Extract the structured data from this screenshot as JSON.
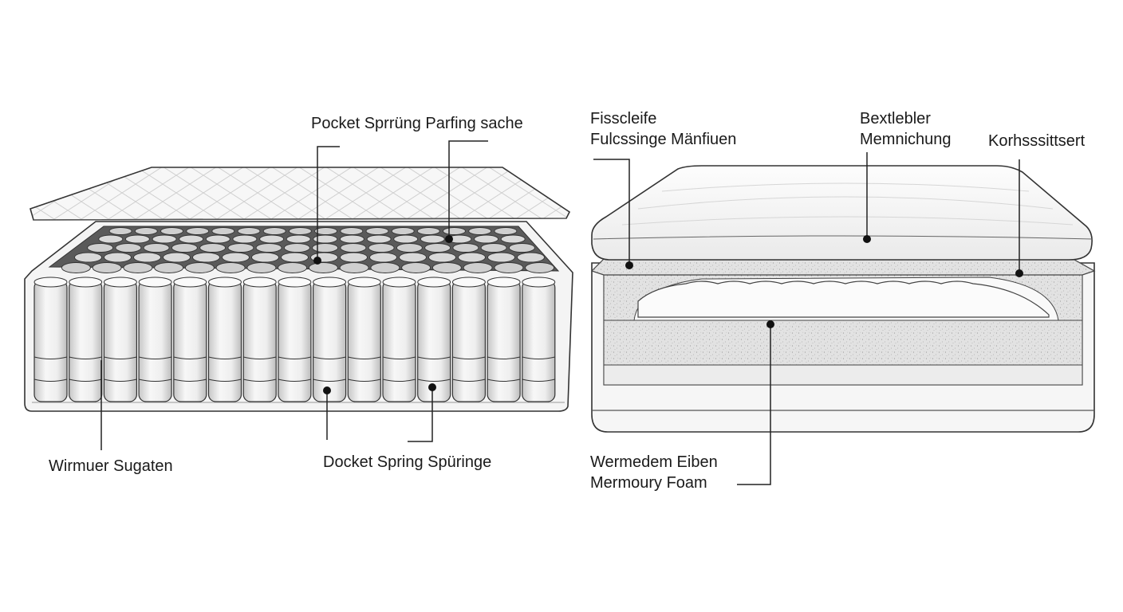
{
  "left_diagram": {
    "labels": {
      "top": "Pocket Sprrüng Parfing sache",
      "bottom_left": "Wirmuer Sugaten",
      "bottom_right": "Docket Spring Spüringe"
    }
  },
  "right_diagram": {
    "labels": {
      "top_left_line1": "Fisscleife",
      "top_left_line2": "Fulcssinge Mänfiuen",
      "top_middle_line1": "Bextlebler",
      "top_middle_line2": "Memnichung",
      "top_right": "Korhsssittsert",
      "bottom_line1": "Wermedem Eiben",
      "bottom_line2": "Mermoury Foam"
    }
  },
  "colors": {
    "stroke": "#333333",
    "label_text": "#1a1a1a",
    "fabric": "#f6f6f6",
    "spring_light": "#f2f2f2",
    "spring_dark": "#c8c8c8",
    "foam": "#dcdcdc"
  }
}
